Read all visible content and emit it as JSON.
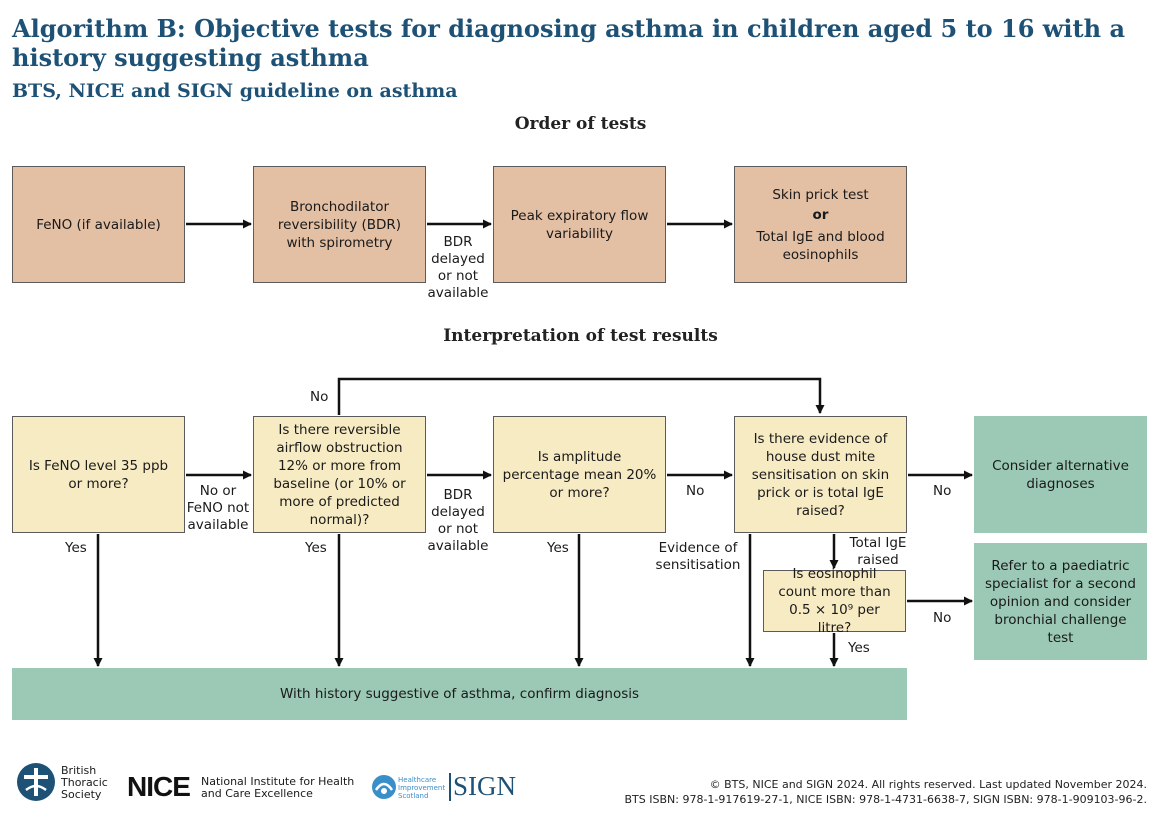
{
  "header": {
    "title": "Algorithm B: Objective tests for diagnosing asthma in children aged 5 to 16 with a history suggesting asthma",
    "subtitle": "BTS, NICE and SIGN guideline on asthma"
  },
  "order": {
    "heading": "Order of tests",
    "feno": "FeNO (if available)",
    "bdr": "Bronchodilator reversibility (BDR) with spirometry",
    "pef": "Peak expiratory flow variability",
    "skin_a": "Skin prick test",
    "skin_or": "or",
    "skin_b": "Total IgE and blood eosinophils",
    "bdr_delayed": "BDR delayed or not available"
  },
  "interp": {
    "heading": "Interpretation of test results",
    "q_feno": "Is FeNO level 35 ppb or more?",
    "q_airflow": "Is there reversible airflow obstruction 12% or more from baseline (or 10% or more of predicted normal)?",
    "q_amplitude": "Is amplitude percentage mean 20% or more?",
    "q_dust": "Is there evidence of house dust mite sensitisation on skin prick or is total IgE raised?",
    "q_eos": "Is eosinophil count more than 0.5 × 10⁹ per litre?",
    "alt": "Consider alternative diagnoses",
    "refer": "Refer to a paediatric specialist for a second opinion and consider bronchial challenge test",
    "confirm": "With history suggestive of asthma, confirm diagnosis",
    "no": "No",
    "yes": "Yes",
    "no_or_feno": "No or FeNO not available",
    "bdr_delayed": "BDR delayed or not available",
    "evidence": "Evidence of sensitisation",
    "total_ige": "Total IgE raised"
  },
  "logos": {
    "bts": "British Thoracic Society",
    "nice_mark": "NICE",
    "nice_name": "National Institute for Health and Care Excellence",
    "his": "Healthcare Improvement Scotland",
    "sign": "SIGN"
  },
  "footer": {
    "line1": "© BTS, NICE and SIGN 2024. All rights reserved. Last updated November 2024.",
    "line2": "BTS ISBN: 978-1-917619-27-1, NICE ISBN: 978-1-4731-6638-7, SIGN ISBN: 978-1-909103-96-2."
  },
  "colors": {
    "title": "#1d5175",
    "tan_box": "#e3bfa4",
    "cream_box": "#f7ebc4",
    "green_box": "#9bc9b5"
  }
}
